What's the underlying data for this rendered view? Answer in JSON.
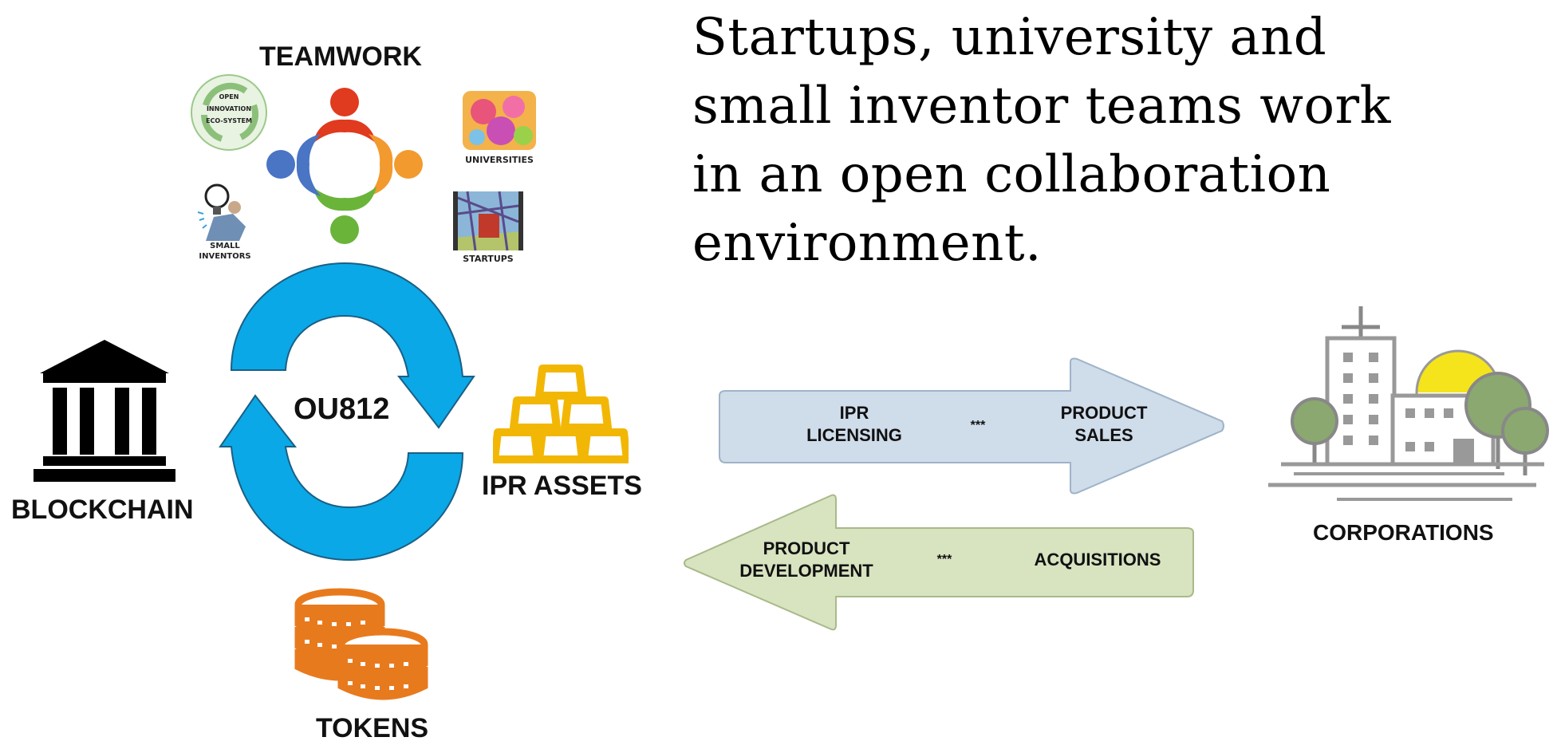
{
  "headline": {
    "lines": [
      "Startups, university and",
      "small inventor teams work",
      "in an open collaboration",
      "environment."
    ]
  },
  "labels": {
    "teamwork": "TEAMWORK",
    "blockchain": "BLOCKCHAIN",
    "cycle_center": "OU812",
    "ipr_assets": "IPR ASSETS",
    "tokens": "TOKENS",
    "corporations": "CORPORATIONS"
  },
  "teamwork_icons": {
    "open_innovation": [
      "OPEN",
      "INNOVATION",
      "ECO-SYSTEM"
    ],
    "universities": "UNIVERSITIES",
    "small_inventors": [
      "SMALL",
      "INVENTORS"
    ],
    "startups": "STARTUPS"
  },
  "arrows": {
    "right": {
      "left": [
        "IPR",
        "LICENSING"
      ],
      "middle": "***",
      "right": [
        "PRODUCT",
        "SALES"
      ]
    },
    "left": {
      "left": [
        "PRODUCT",
        "DEVELOPMENT"
      ],
      "middle": "***",
      "right": "ACQUISITIONS"
    }
  },
  "colors": {
    "cycle_blue": "#0aa8e6",
    "gold": "#f2b705",
    "token_orange": "#e87a1e",
    "arrow_blue": "#cfdcea",
    "arrow_green": "#d8e3c0",
    "person_red": "#e03a1f",
    "person_orange": "#f29a2e",
    "person_green": "#6ab43a",
    "person_blue": "#4a74c4",
    "tree_green": "#8aa870",
    "sun_yellow": "#f5e41c"
  },
  "icons": [
    "bank-icon",
    "cycle-arrows-icon",
    "gold-bars-icon",
    "coins-icon",
    "people-circle-icon",
    "city-building-icon"
  ]
}
